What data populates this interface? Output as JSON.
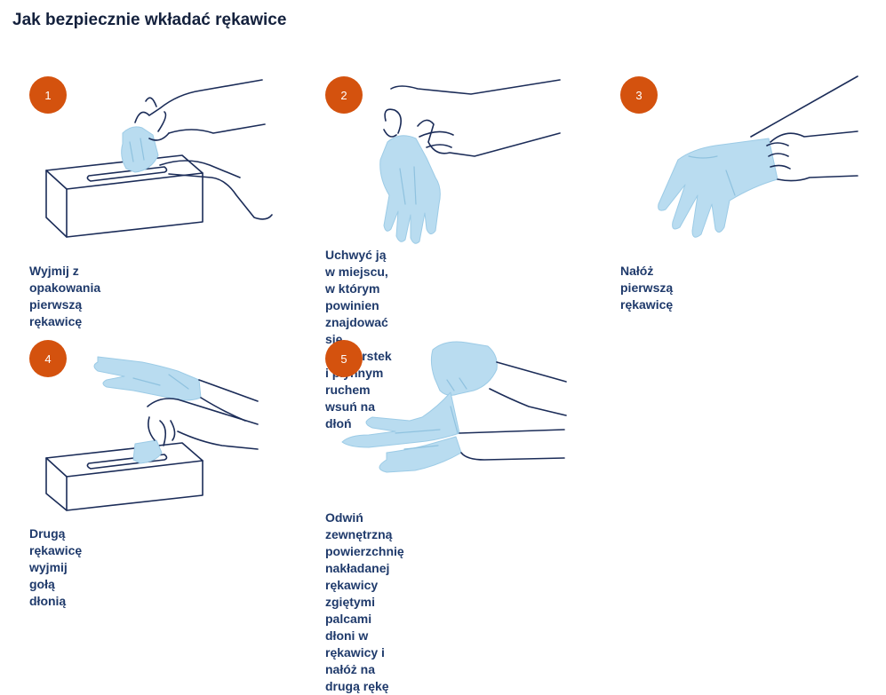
{
  "title": "Jak bezpiecznie wkładać rękawice",
  "colors": {
    "badge": "#d4520e",
    "line": "#1b2c58",
    "glove": "#b9dcf0",
    "text": "#1f3a6b"
  },
  "steps": [
    {
      "number": "1",
      "caption": "Wyjmij z opakowania\npierwszą rękawicę"
    },
    {
      "number": "2",
      "caption": "Uchwyć ją w miejscu, w którym\npowinien znajdować się nadgarstek\ni płynnym ruchem wsuń na dłoń"
    },
    {
      "number": "3",
      "caption": "Nałóż\npierwszą rękawicę"
    },
    {
      "number": "4",
      "caption": "Drugą rękawicę wyjmij\ngołą dłonią"
    },
    {
      "number": "5",
      "caption": "Odwiń zewnętrzną powierzchnię\nnakładanej rękawicy zgiętymi palcami\ndłoni w rękawicy i nałóż na drugą rękę"
    }
  ]
}
